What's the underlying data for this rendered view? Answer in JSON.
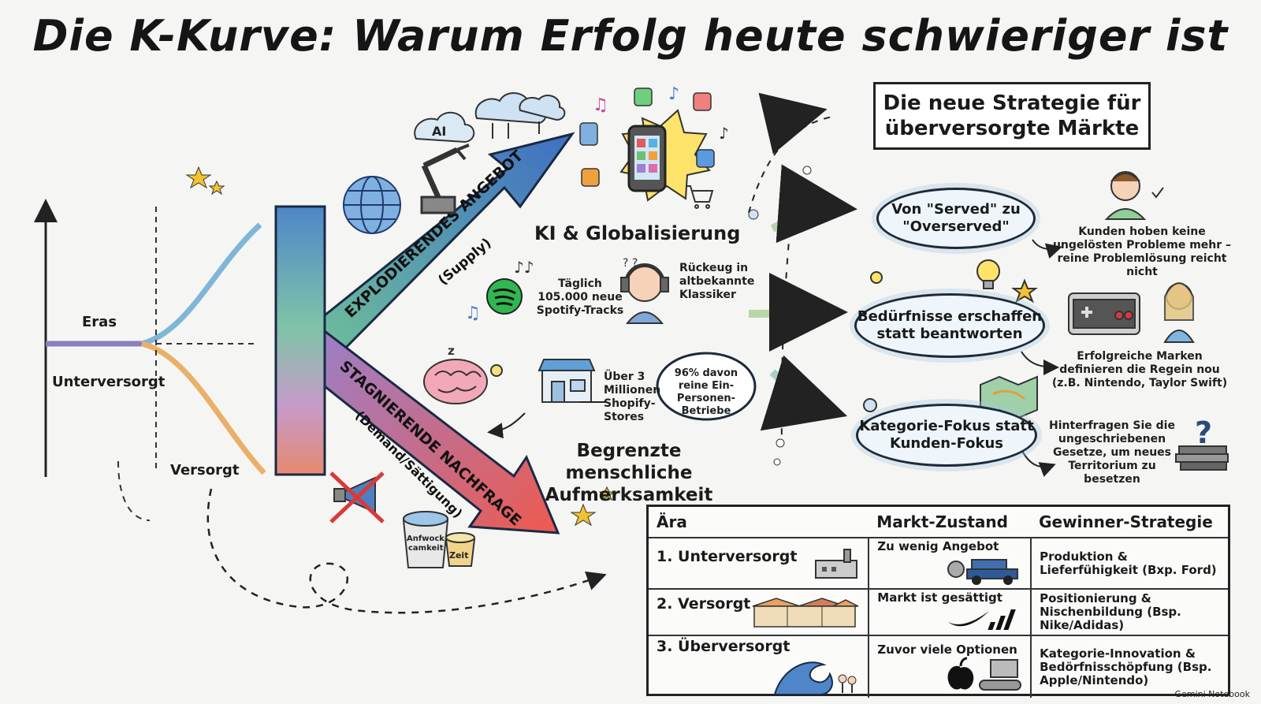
{
  "title": "Die K-Kurve: Warum Erfolg heute schwieriger ist",
  "left": {
    "eras": "Eras",
    "unterversorgt": "Unterversorgt",
    "versorgt": "Versorgt"
  },
  "k": {
    "upper_arrow": "EXPLODIERENDES ANGEBOT",
    "upper_sub": "(Supply)",
    "lower_arrow": "STAGNIERENDE NACHFRAGE",
    "lower_sub": "(Demand/Sättigung)"
  },
  "icons_text": {
    "ai": "AI",
    "anfwock": "Anfwock",
    "camkeit": "camkeit",
    "zeit": "Zeit"
  },
  "middle": {
    "ki": "KI & Globalisierung",
    "spotify": "Täglich 105.000 neue Spotify-Tracks",
    "rueckzug": "Rückeug in altbekannte Klassiker",
    "shopify": "Über 3 Millionen Shopify-Stores",
    "einpersonen": "96% davon reine Ein-Personen-Betriebe",
    "aufmerksamkeit": "Begrenzte menschliche Aufmerksamkeit"
  },
  "strategy": {
    "banner_line1": "Die neue Strategie für",
    "banner_line2": "überversorgte Märkte",
    "pill1": "Von \"Served\" zu \"Overserved\"",
    "pill2": "Bedürfnisse erschaffen statt beantworten",
    "pill3": "Kategorie-Fokus statt Kunden-Fokus",
    "note1": "Kunden hoben keine ungelösten Probleme mehr – reine Problemlösung reicht nicht",
    "note2": "Erfolgreiche Marken definieren die Regein nou (z.B. Nintendo, Taylor Swift)",
    "note3": "Hinterfragen Sie die ungeschriebenen Gesetze, um neues Territorium zu besetzen"
  },
  "table": {
    "headers": [
      "Ära",
      "Markt-Zustand",
      "Gewinner-Strategie"
    ],
    "rows": [
      {
        "era": "1. Unterversorgt",
        "state": "Zu wenig Angebot",
        "strategy": "Produktion & Lieferfühigkeit (Bxp. Ford)"
      },
      {
        "era": "2. Versorgt",
        "state": "Markt ist gesättigt",
        "strategy": "Positionierung & Nischenbildung (Bsp. Nike/Adidas)"
      },
      {
        "era": "3. Überversorgt",
        "state": "Zuvor viele Optionen",
        "strategy": "Kategorie-Innovation & Bedörfnisschöpfung (Bsp. Apple/Nintendo)"
      }
    ]
  },
  "logo": "Gemini Notebook",
  "colors": {
    "upper_arrow": "#4a7fc7",
    "lower_arrow": "#e0504a",
    "k_mix": "#6fa8d8",
    "pill_border": "#1c2a3a",
    "guide_arrow": "#b9d6a8"
  }
}
